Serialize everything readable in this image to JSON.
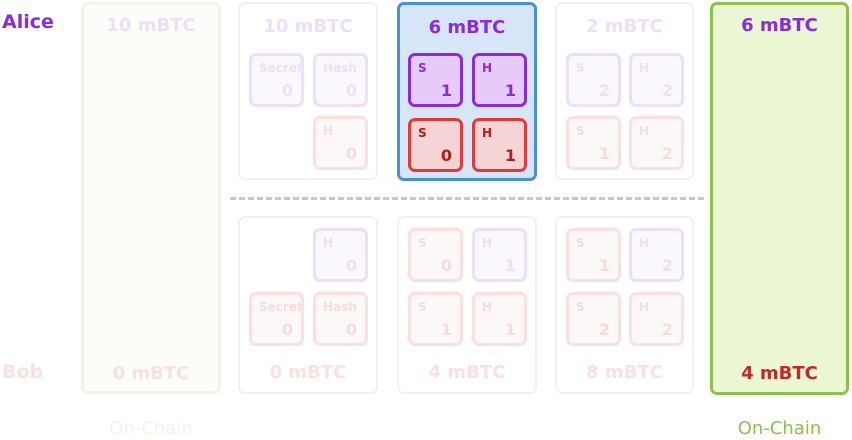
{
  "alice": {
    "label": "Alice"
  },
  "bob": {
    "label": "Bob"
  },
  "footer": {
    "onchain_left": "On-Chain",
    "onchain_right": "On-Chain"
  },
  "columns": {
    "c0": {
      "alice_amount": "10 mBTC",
      "bob_amount": "0 mBTC"
    },
    "c1": {
      "alice_amount": "10 mBTC",
      "bob_amount": "0 mBTC",
      "alice_secret_label": "Secret",
      "alice_secret_value": "0",
      "alice_hash_label": "Hash",
      "alice_hash_value": "0",
      "alice_h2_label": "H",
      "alice_h2_value": "0",
      "bob_h_label": "H",
      "bob_h_value": "0",
      "bob_secret_label": "Secret",
      "bob_secret_value": "0",
      "bob_hash_label": "Hash",
      "bob_hash_value": "0"
    },
    "c2": {
      "alice_amount": "6 mBTC",
      "bob_amount": "4 mBTC",
      "alice_s_label": "S",
      "alice_s_value": "1",
      "alice_h_label": "H",
      "alice_h_value": "1",
      "alice_bob_s_label": "S",
      "alice_bob_s_value": "0",
      "alice_bob_h_label": "H",
      "alice_bob_h_value": "1",
      "bob_s1_label": "S",
      "bob_s1_value": "0",
      "bob_h1_label": "H",
      "bob_h1_value": "1",
      "bob_s2_label": "S",
      "bob_s2_value": "1",
      "bob_h2_label": "H",
      "bob_h2_value": "1"
    },
    "c3": {
      "alice_amount": "2 mBTC",
      "bob_amount": "8 mBTC",
      "alice_s1_label": "S",
      "alice_s1_value": "2",
      "alice_h1_label": "H",
      "alice_h1_value": "2",
      "alice_s2_label": "S",
      "alice_s2_value": "1",
      "alice_h2_label": "H",
      "alice_h2_value": "2",
      "bob_s1_label": "S",
      "bob_s1_value": "1",
      "bob_h1_label": "H",
      "bob_h1_value": "2",
      "bob_s2_label": "S",
      "bob_s2_value": "2",
      "bob_h2_label": "H",
      "bob_h2_value": "2"
    },
    "c4": {
      "alice_amount": "6 mBTC",
      "bob_amount": "4 mBTC"
    }
  }
}
